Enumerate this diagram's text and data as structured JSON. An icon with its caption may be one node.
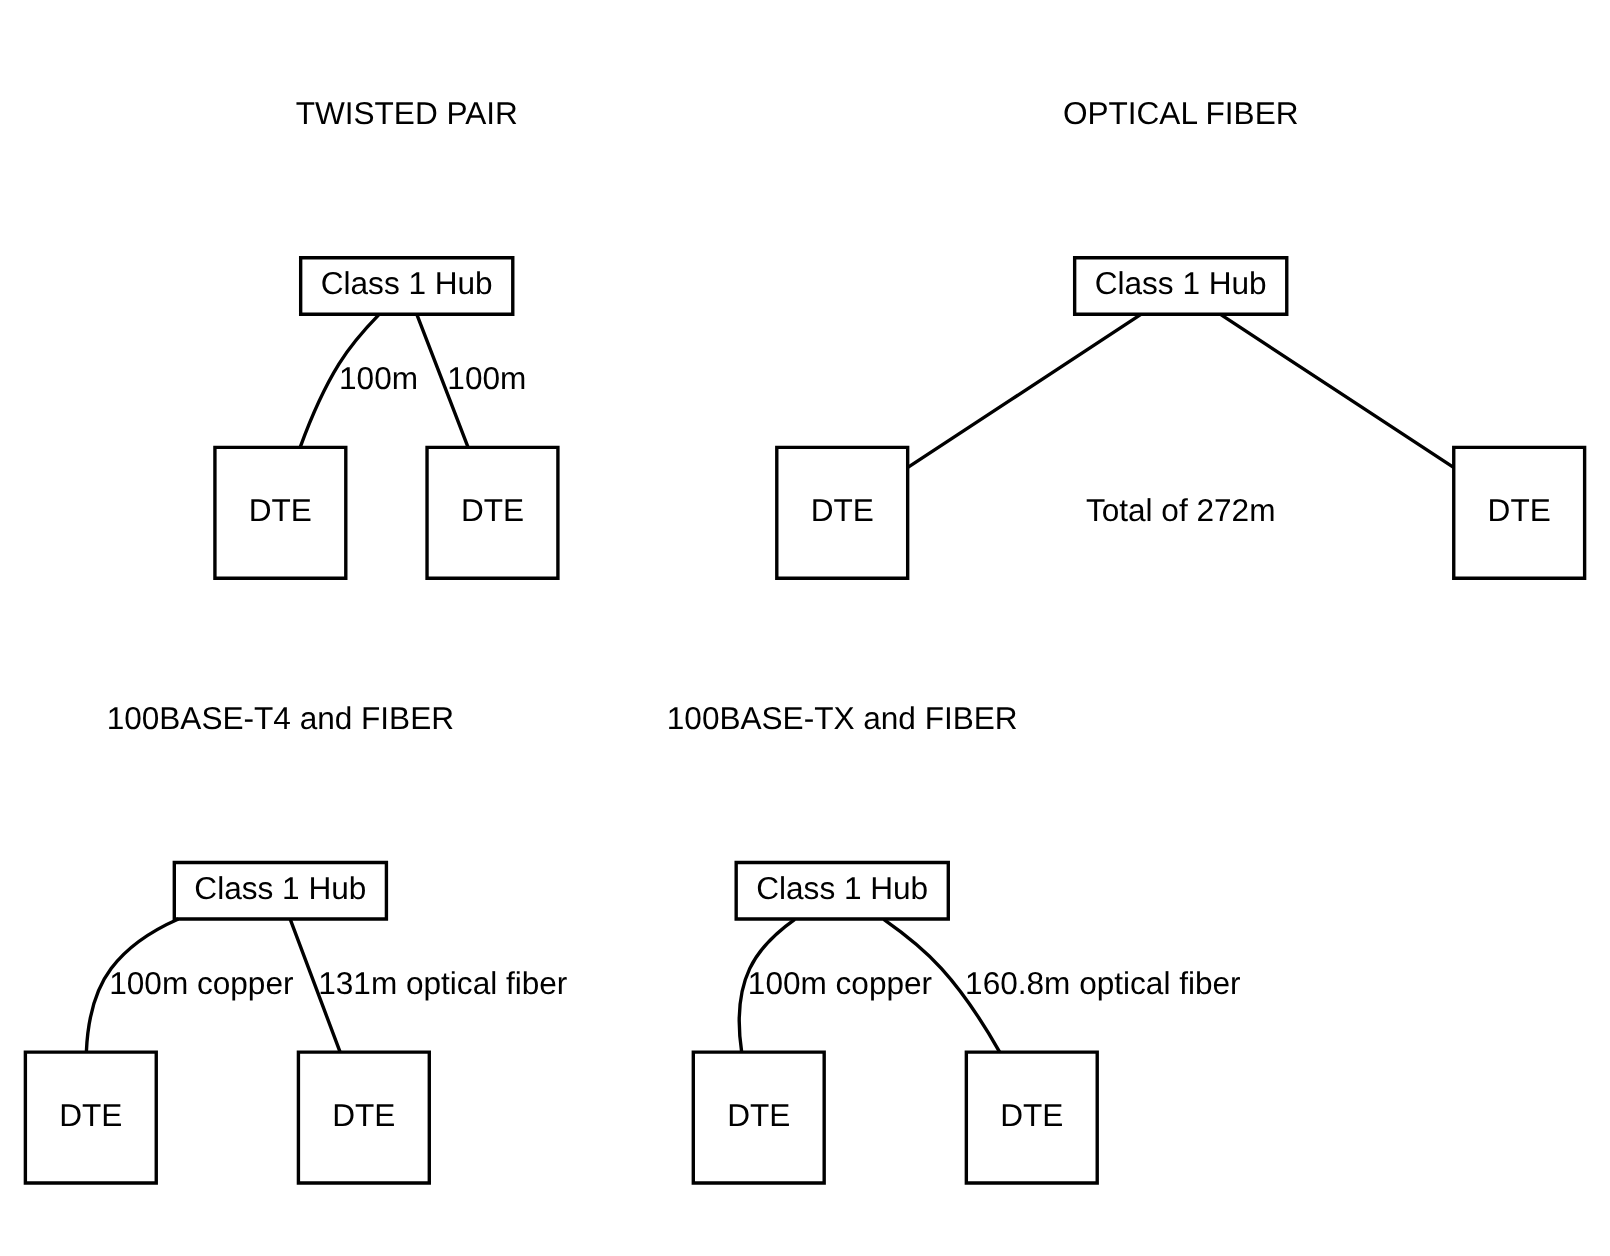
{
  "diagram": {
    "nodes": [
      {
        "text": [
          "Class 1 Hub"
        ]
      },
      {
        "text": [
          "DTE"
        ]
      },
      {
        "text": [
          "DTE"
        ]
      },
      {
        "text": [
          "Class 1 Hub"
        ]
      },
      {
        "text": [
          "DTE"
        ]
      },
      {
        "text": [
          "DTE"
        ]
      },
      {
        "text": [
          "Class 1 Hub"
        ]
      },
      {
        "text": [
          "DTE"
        ]
      },
      {
        "text": [
          "DTE"
        ]
      },
      {
        "text": [
          "Class 1 Hub"
        ]
      },
      {
        "text": [
          "DTE"
        ]
      },
      {
        "text": [
          "DTE"
        ]
      }
    ],
    "edges": [
      {
        "from": 0,
        "to": 1,
        "arrow": "none",
        "label": "100m"
      },
      {
        "from": 0,
        "to": 2,
        "arrow": "none",
        "label": "100m"
      },
      {
        "from": 3,
        "to": 4,
        "arrow": "none"
      },
      {
        "from": 3,
        "to": 5,
        "arrow": "none"
      },
      {
        "from": 6,
        "to": 7,
        "arrow": "none",
        "label": "100m copper"
      },
      {
        "from": 6,
        "to": 8,
        "arrow": "none",
        "label": "131m optical fiber"
      },
      {
        "from": 9,
        "to": 10,
        "arrow": "none",
        "label": "100m copper"
      },
      {
        "from": 9,
        "to": 11,
        "arrow": "none",
        "label": "160.8m optical fiber"
      }
    ],
    "labels": [
      "TWISTED PAIR",
      "OPTICAL FIBER",
      "Total of 272m",
      "100BASE-T4 and FIBER",
      "100BASE-TX and FIBER"
    ]
  }
}
